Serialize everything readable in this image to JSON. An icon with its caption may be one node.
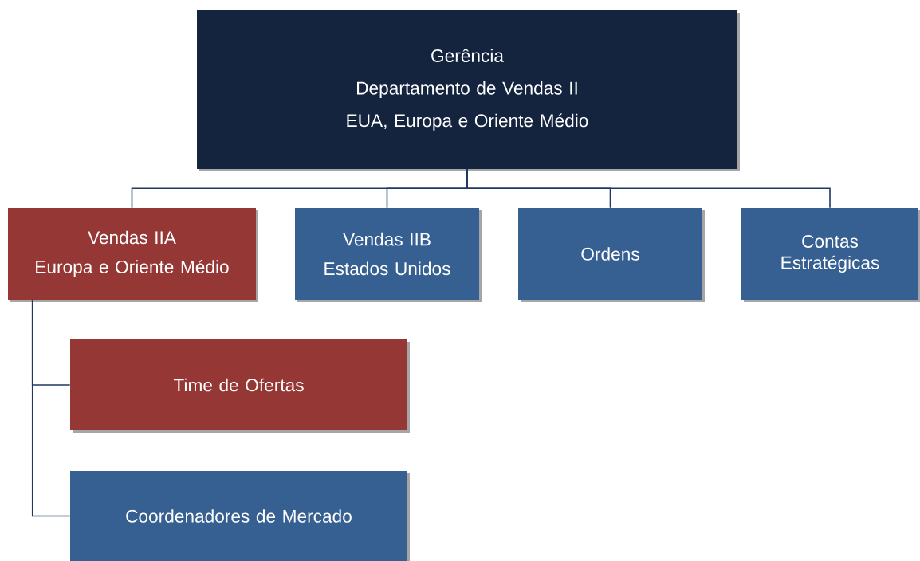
{
  "diagram": {
    "nodes": [
      {
        "text": [
          "Gerência",
          "Departamento de Vendas II",
          "EUA, Europa e Oriente Médio"
        ]
      },
      {
        "text": [
          "Vendas IIA",
          "Europa e Oriente Médio"
        ]
      },
      {
        "text": [
          "Vendas IIB",
          "Estados Unidos"
        ]
      },
      {
        "text": [
          "Ordens"
        ]
      },
      {
        "text": [
          "Contas Estratégicas"
        ]
      },
      {
        "text": [
          "Time de Ofertas"
        ]
      },
      {
        "text": [
          "Coordenadores de Mercado"
        ]
      }
    ],
    "edges": [
      {
        "from": 0,
        "to": 1,
        "arrow": "none"
      },
      {
        "from": 0,
        "to": 2,
        "arrow": "none"
      },
      {
        "from": 0,
        "to": 3,
        "arrow": "none"
      },
      {
        "from": 0,
        "to": 4,
        "arrow": "none"
      },
      {
        "from": 1,
        "to": 5,
        "arrow": "none"
      },
      {
        "from": 1,
        "to": 6,
        "arrow": "none"
      }
    ]
  }
}
